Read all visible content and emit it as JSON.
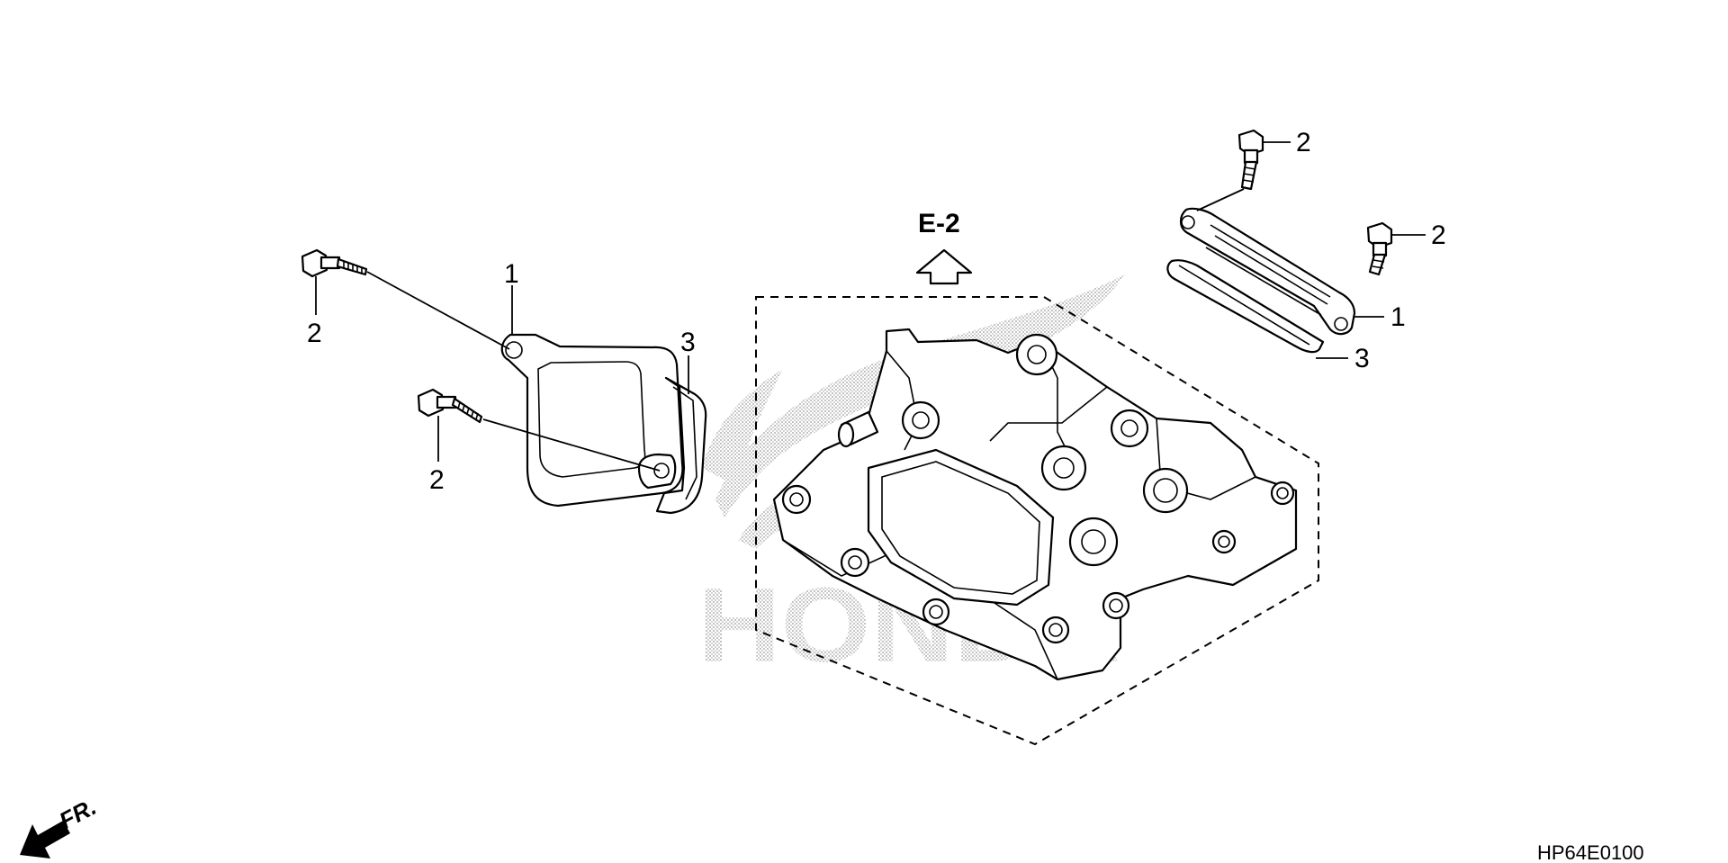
{
  "diagram": {
    "reference_label": "E-2",
    "drawing_code": "HP64E0100",
    "front_indicator": "FR.",
    "watermark_text": "HONDA",
    "callouts": {
      "left_cover": "1",
      "left_bolt_upper": "2",
      "left_bolt_lower": "2",
      "left_gasket": "3",
      "right_bolt_upper": "2",
      "right_bolt_lower": "2",
      "right_cover": "1",
      "right_gasket": "3"
    }
  }
}
